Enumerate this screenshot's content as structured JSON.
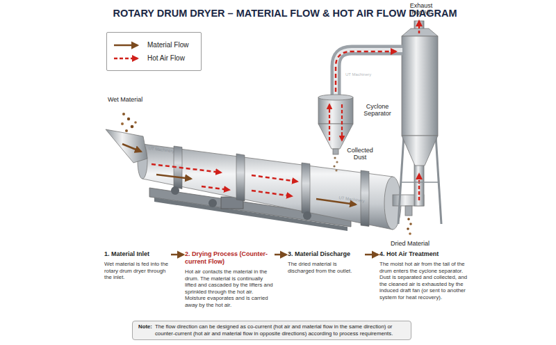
{
  "diagram": {
    "title": "ROTARY DRUM DRYER – MATERIAL FLOW & HOT AIR FLOW DIAGRAM",
    "nodes": [
      {
        "text": [
          "1. Material Inlet",
          "Wet material is fed into the rotary drum dryer through the inlet."
        ]
      },
      {
        "text": [
          "2. Drying Process (Counter-current Flow)",
          "Hot air contacts the material in the drum. The material is continually lifted and cascaded by the lifters and sprinkled through the hot air. Moisture evaporates and is carried away by the hot air."
        ]
      },
      {
        "text": [
          "3. Material Discharge",
          "The dried material is discharged from the outlet."
        ]
      },
      {
        "text": [
          "4. Hot Air Treatment",
          "The moist hot air from the tail of the drum enters the cyclone separator. Dust is separated and collected, and the cleaned air is exhausted by the induced draft fan (or sent to another system for heat recovery)."
        ]
      },
      {
        "text": [
          "Note:",
          "The flow direction can be designed as co-current (hot air and material flow in the same direction) or counter-current (hot air and material flow in opposite directions) according to process requirements."
        ]
      }
    ],
    "edges": [
      {
        "from": 0,
        "to": 1,
        "arrow": "to"
      },
      {
        "from": 1,
        "to": 2,
        "arrow": "to"
      },
      {
        "from": 2,
        "to": 3,
        "arrow": "to"
      }
    ],
    "labels": [
      "Wet Material",
      "Exhaust Hot Air",
      "Cyclone Separator",
      "Collected Dust",
      "Dried Material",
      "UT Machinery",
      "UT Machinery",
      "UT Machinery"
    ],
    "legend": [
      {
        "text": "Material Flow"
      },
      {
        "text": "Hot Air Flow"
      }
    ]
  }
}
